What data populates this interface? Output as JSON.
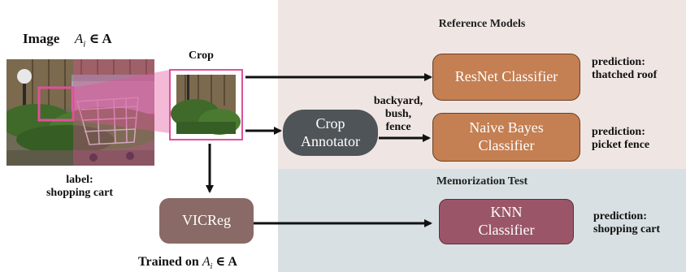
{
  "image_block": {
    "title": "Image",
    "math": "A",
    "math_sub": "i",
    "math_rest": " ∈ A",
    "label_line1": "label:",
    "label_line2": "shopping cart"
  },
  "crop": {
    "title": "Crop"
  },
  "reference_panel": {
    "title": "Reference Models",
    "resnet_label": "ResNet Classifier",
    "naive_line1": "Naive Bayes",
    "naive_line2": "Classifier",
    "resnet_prediction_line1": "prediction:",
    "resnet_prediction_line2": "thatched roof",
    "naive_prediction_line1": "prediction:",
    "naive_prediction_line2": "picket fence"
  },
  "annotator": {
    "line1": "Crop",
    "line2": "Annotator",
    "tags_line1": "backyard,",
    "tags_line2": "bush,",
    "tags_line3": "fence"
  },
  "memorization_panel": {
    "title": "Memorization Test",
    "knn_line1": "KNN",
    "knn_line2": "Classifier",
    "prediction_line1": "prediction:",
    "prediction_line2": "shopping cart"
  },
  "vicreg": {
    "label": "VICReg",
    "caption_prefix": "Trained on ",
    "caption_math": "A",
    "caption_sub": "i",
    "caption_rest": " ∈ A"
  },
  "colors": {
    "reference_panel_bg": "#efe6e3",
    "memorization_panel_bg": "#d9e0e3",
    "classifier_box": "#c47f52",
    "knn_box": "#9a5668",
    "annotator_box": "#4f5458",
    "vicreg_box": "#8a6a66",
    "crop_highlight": "#e0509a"
  }
}
